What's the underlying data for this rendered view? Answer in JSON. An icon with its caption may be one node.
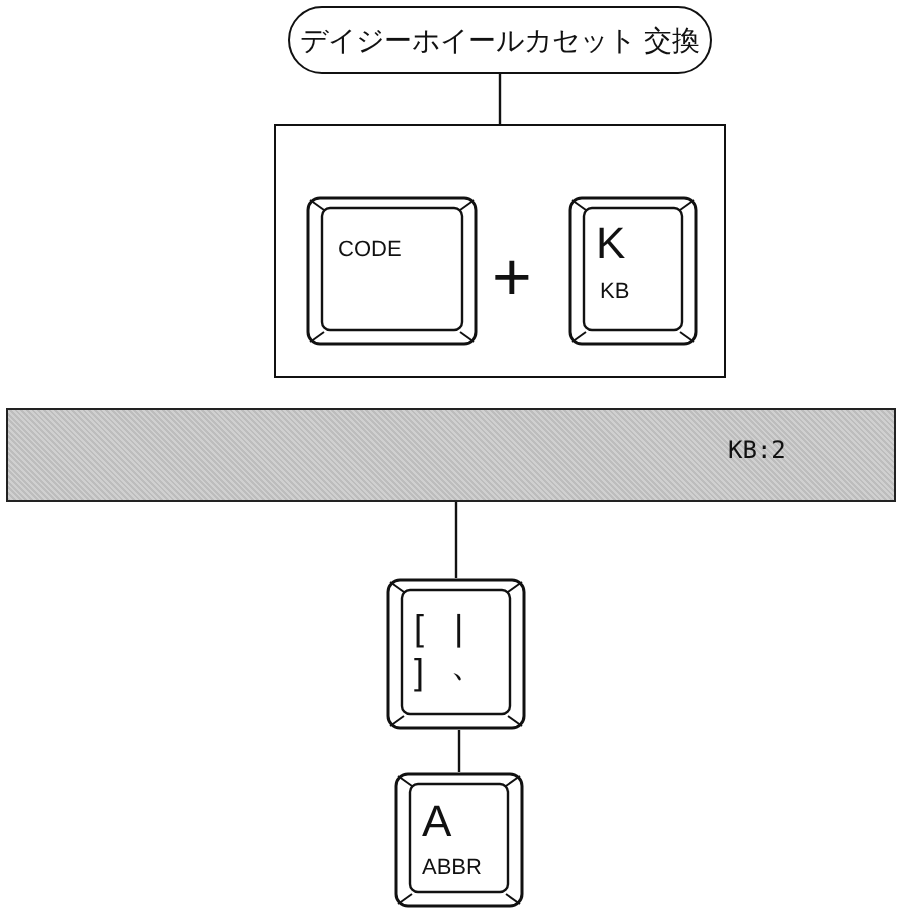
{
  "diagram": {
    "nodes": [
      {
        "text": [
          "デイジーホイールカセット 交換"
        ]
      },
      {
        "text": [],
        "shape": "box"
      },
      {
        "text": [
          "CODE"
        ],
        "in": 1
      },
      {
        "text": [
          "K",
          "KB"
        ],
        "in": 1
      },
      {
        "text": [
          "KB:2"
        ]
      },
      {
        "text": [
          "[",
          "|",
          "]",
          "、"
        ]
      },
      {
        "text": [
          "A",
          "ABBR"
        ]
      }
    ],
    "edges": [
      {
        "from": 0,
        "to": 1,
        "arrow": "none"
      },
      {
        "from": 4,
        "to": 5,
        "arrow": "none"
      },
      {
        "from": 5,
        "to": 6,
        "arrow": "none"
      }
    ],
    "labels": [
      "+"
    ]
  }
}
